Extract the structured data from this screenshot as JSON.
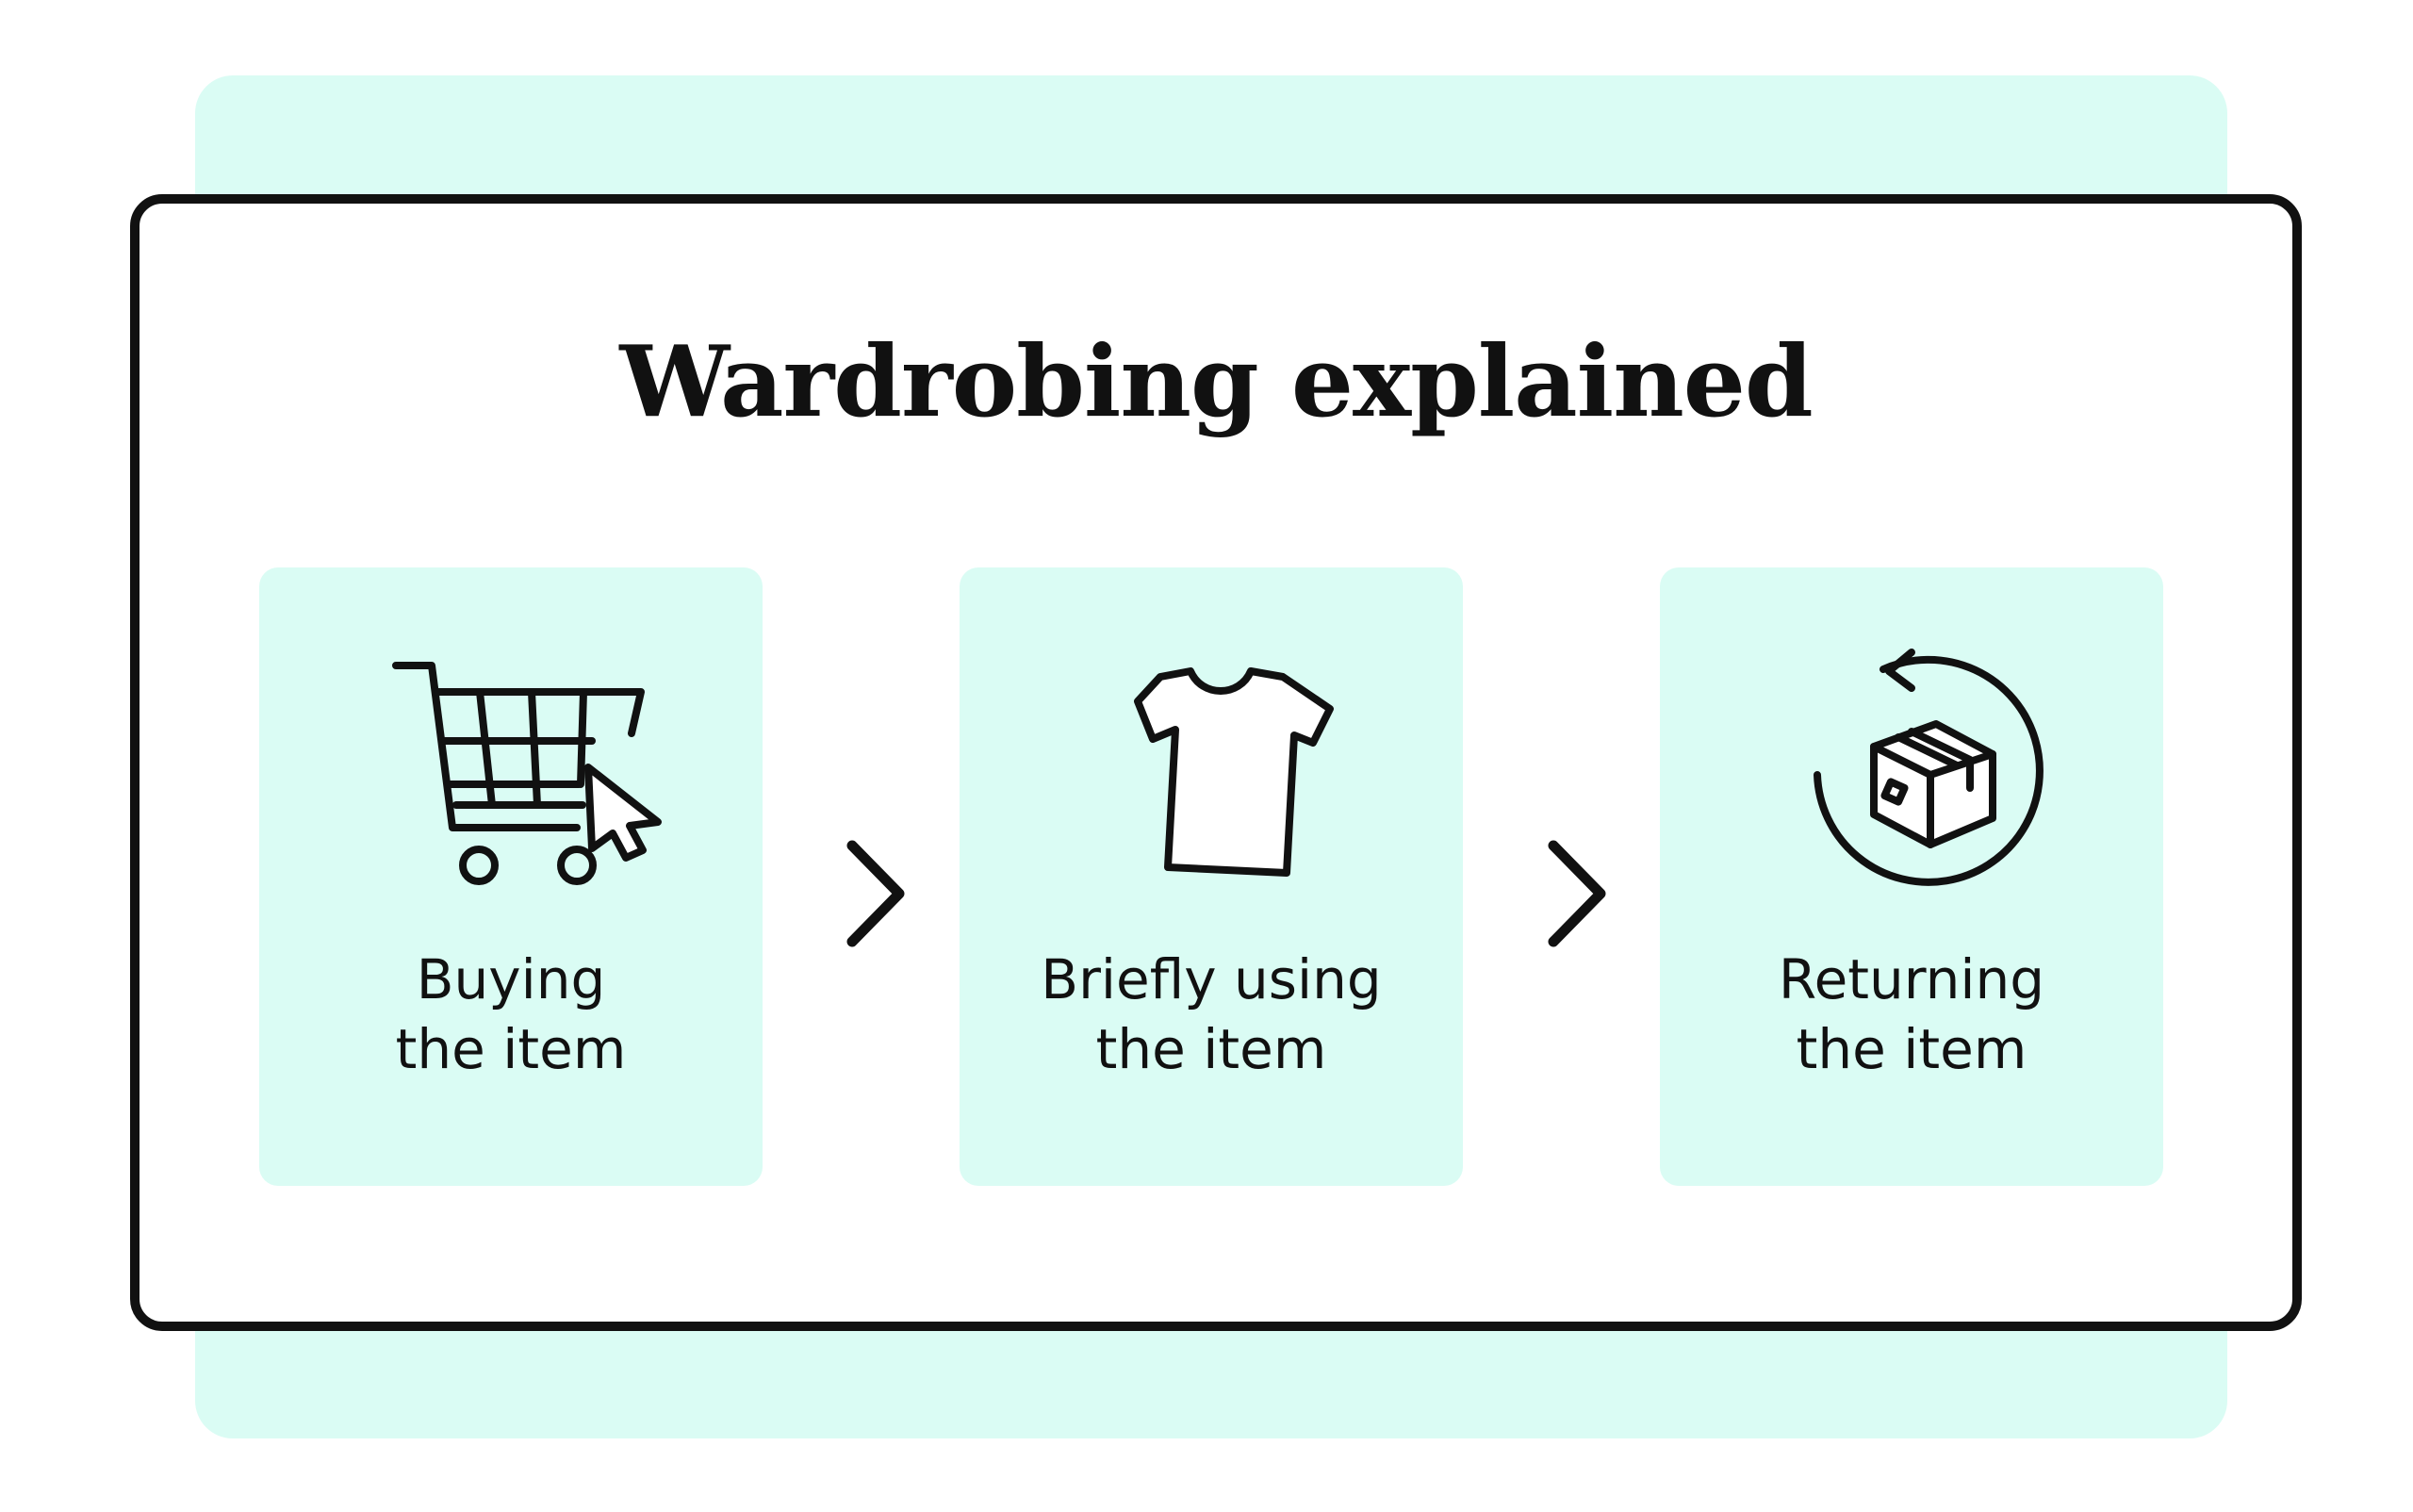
{
  "title": "Wardrobing explained",
  "colors": {
    "accent": "#dafcf4",
    "ink": "#111111",
    "background": "#ffffff"
  },
  "steps": [
    {
      "icon": "shopping-cart-with-cursor-icon",
      "line1": "Buying",
      "line2": "the item"
    },
    {
      "icon": "t-shirt-icon",
      "line1": "Briefly using",
      "line2": "the item"
    },
    {
      "icon": "return-package-icon",
      "line1": "Returning",
      "line2": "the item"
    }
  ],
  "connector_icon": "chevron-right-icon"
}
